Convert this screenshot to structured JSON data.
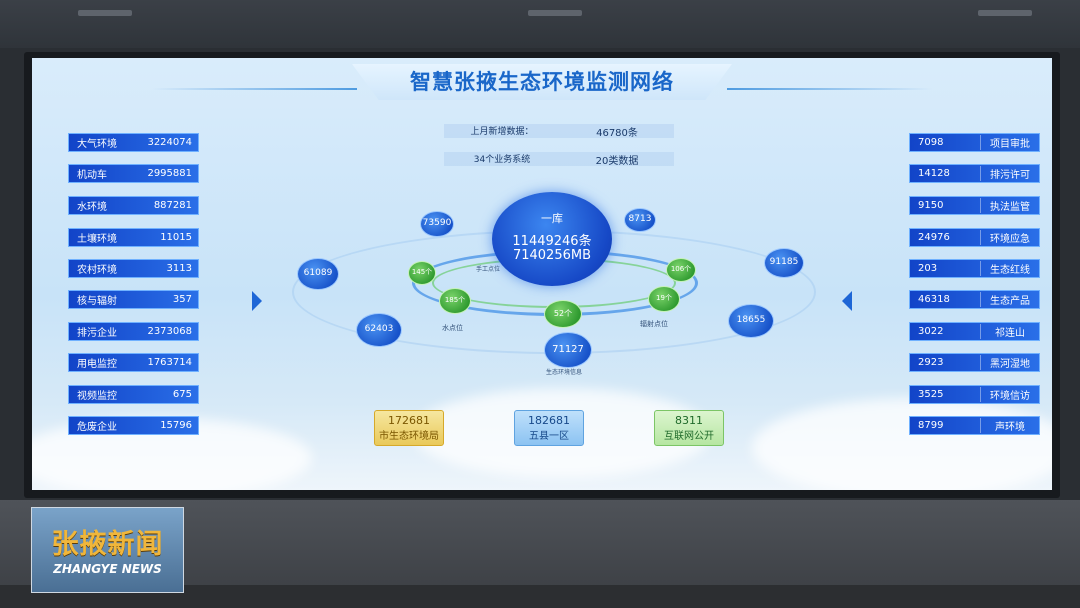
{
  "title": "智慧张掖生态环境监测网络",
  "stats": [
    {
      "label": "上月新增数据：",
      "value": "46780条"
    },
    {
      "label": "34个业务系统",
      "value": "20类数据"
    }
  ],
  "left_items": [
    {
      "label": "大气环境",
      "value": "3224074"
    },
    {
      "label": "机动车",
      "value": "2995881"
    },
    {
      "label": "水环境",
      "value": "887281"
    },
    {
      "label": "土壤环境",
      "value": "11015"
    },
    {
      "label": "农村环境",
      "value": "3113"
    },
    {
      "label": "核与辐射",
      "value": "357"
    },
    {
      "label": "排污企业",
      "value": "2373068"
    },
    {
      "label": "用电监控",
      "value": "1763714"
    },
    {
      "label": "视频监控",
      "value": "675"
    },
    {
      "label": "危废企业",
      "value": "15796"
    }
  ],
  "right_items": [
    {
      "value": "7098",
      "label": "项目审批"
    },
    {
      "value": "14128",
      "label": "排污许可"
    },
    {
      "value": "9150",
      "label": "执法监管"
    },
    {
      "value": "24976",
      "label": "环境应急"
    },
    {
      "value": "203",
      "label": "生态红线"
    },
    {
      "value": "46318",
      "label": "生态产品"
    },
    {
      "value": "3022",
      "label": "祁连山"
    },
    {
      "value": "2923",
      "label": "黑河湿地"
    },
    {
      "value": "3525",
      "label": "环境信访"
    },
    {
      "value": "8799",
      "label": "声环境"
    }
  ],
  "core": {
    "title": "一库",
    "line1": "11449246条",
    "line2": "7140256MB"
  },
  "nodes": {
    "n73590": "73590",
    "n8713": "8713",
    "n61089": "61089",
    "n91185": "91185",
    "n62403": "62403",
    "n18655": "18655",
    "n71127": "71127",
    "g145": "145个",
    "g185": "185个",
    "g52": "52个",
    "g19": "19个",
    "g106": "106个"
  },
  "node_captions": {
    "c_shuidian": "水点位",
    "c_fushe": "辐射点位",
    "c_shengtai": "生态环境信息",
    "c_shougong": "手工点位"
  },
  "bottom": [
    {
      "value": "172681",
      "label": "市生态环境局"
    },
    {
      "value": "182681",
      "label": "五县一区"
    },
    {
      "value": "8311",
      "label": "互联网公开"
    }
  ],
  "logo": {
    "cn": "张掖新闻",
    "en": "ZHANGYE NEWS"
  },
  "colors": {
    "accent": "#1a67c9",
    "button": "#1e55d8",
    "green": "#2e9a2f"
  }
}
